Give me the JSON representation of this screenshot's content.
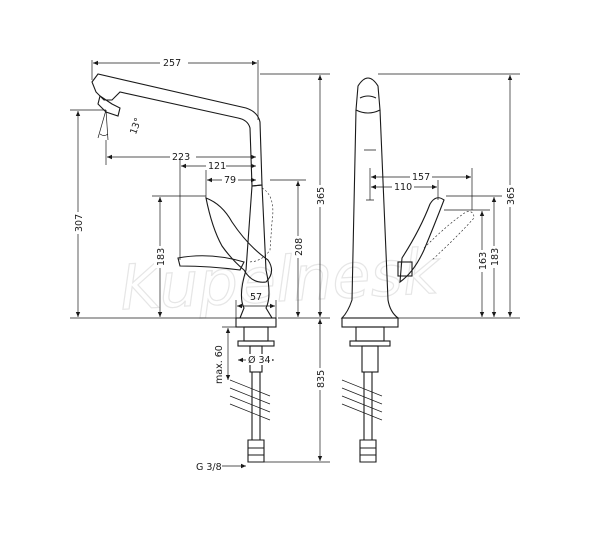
{
  "watermark": "Kupelnesk",
  "side_view": {
    "dims": {
      "spout_length": "257",
      "tilt_angle": "13°",
      "spout_reach": "223",
      "body_to_handle": "121",
      "handle_offset": "79",
      "total_height": "365",
      "outlet_height": "307",
      "handle_pivot_height": "208",
      "handle_low_height": "183",
      "base_width": "57",
      "hole_diameter": "Ø 34",
      "max_deck": "max. 60",
      "hose_length": "835",
      "connection": "G 3/8"
    }
  },
  "front_view": {
    "dims": {
      "handle_reach": "157",
      "handle_inner": "110",
      "total_height": "365",
      "handle_height": "183",
      "lever_height": "163"
    }
  }
}
